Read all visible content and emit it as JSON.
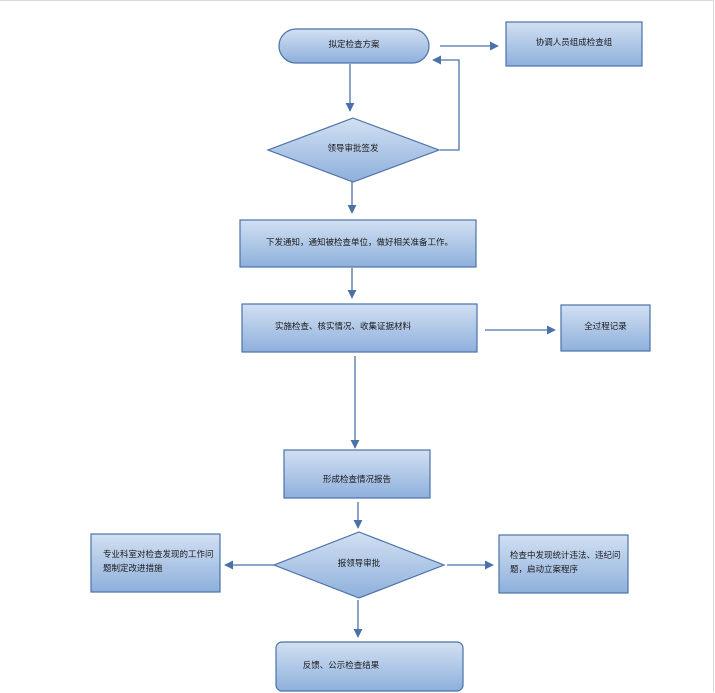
{
  "colors": {
    "fill_top": "#d2e0f2",
    "fill_bottom": "#8eb0dc",
    "stroke": "#4b72a8",
    "connector": "#4b72a8"
  },
  "nodes": {
    "start": "拟定检查方案",
    "coordinate": "协调人员组成检查组",
    "leader_approval": "领导审批签发",
    "notify": "下发通知，通知被检查单位，做好相关准备工作。",
    "implement": "实施检查、核实情况、收集证据材料",
    "full_record": "全过程记录",
    "report": "形成检查情况报告",
    "submit_approval": "报领导审批",
    "rectification": "专业科室对检查发现的工作问题制定改进措施",
    "violations": "检查中发现统计违法、违纪问题，启动立案程序",
    "feedback": "反馈、公示检查结果"
  }
}
